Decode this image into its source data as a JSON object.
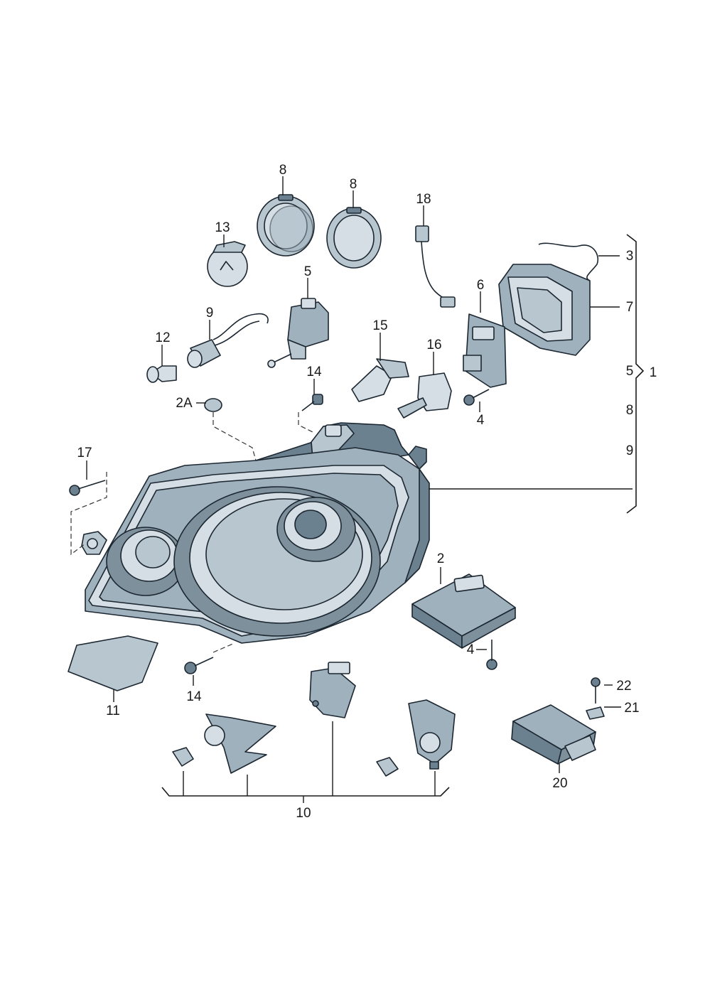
{
  "diagram": {
    "callouts": {
      "c8a": "8",
      "c8b": "8",
      "c18": "18",
      "c13": "13",
      "c5": "5",
      "c3": "3",
      "c9": "9",
      "c6": "6",
      "c7": "7",
      "c15": "15",
      "c12": "12",
      "c16": "16",
      "c14a": "14",
      "c2A": "2A",
      "c4a": "4",
      "c17": "17",
      "c2": "2",
      "c4b": "4",
      "c14b": "14",
      "c11": "11",
      "c22": "22",
      "c21": "21",
      "c20": "20",
      "c10": "10"
    },
    "set_bracket": {
      "total": "1",
      "contents": [
        "3",
        "7",
        "5",
        "8",
        "9"
      ]
    }
  }
}
